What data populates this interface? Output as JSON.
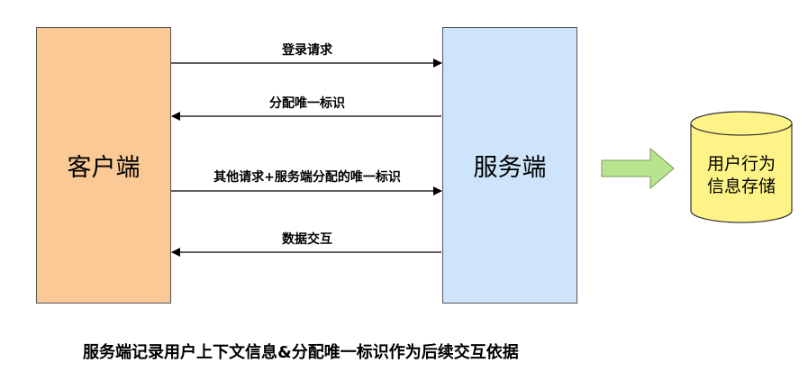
{
  "nodes": {
    "client": "客户端",
    "server": "服务端",
    "storage_line1": "用户行为",
    "storage_line2": "信息存储"
  },
  "arrows": [
    {
      "label": "登录请求",
      "direction": "client-to-server"
    },
    {
      "label": "分配唯一标识",
      "direction": "server-to-client"
    },
    {
      "label": "其他请求+服务端分配的唯一标识",
      "direction": "client-to-server"
    },
    {
      "label": "数据交互",
      "direction": "server-to-client"
    }
  ],
  "caption": "服务端记录用户上下文信息&分配唯一标识作为后续交互依据",
  "colors": {
    "client_fill": "#fac995",
    "server_fill": "#cde4fb",
    "storage_fill": "#fef386",
    "big_arrow_fill": "#b8e38f"
  }
}
